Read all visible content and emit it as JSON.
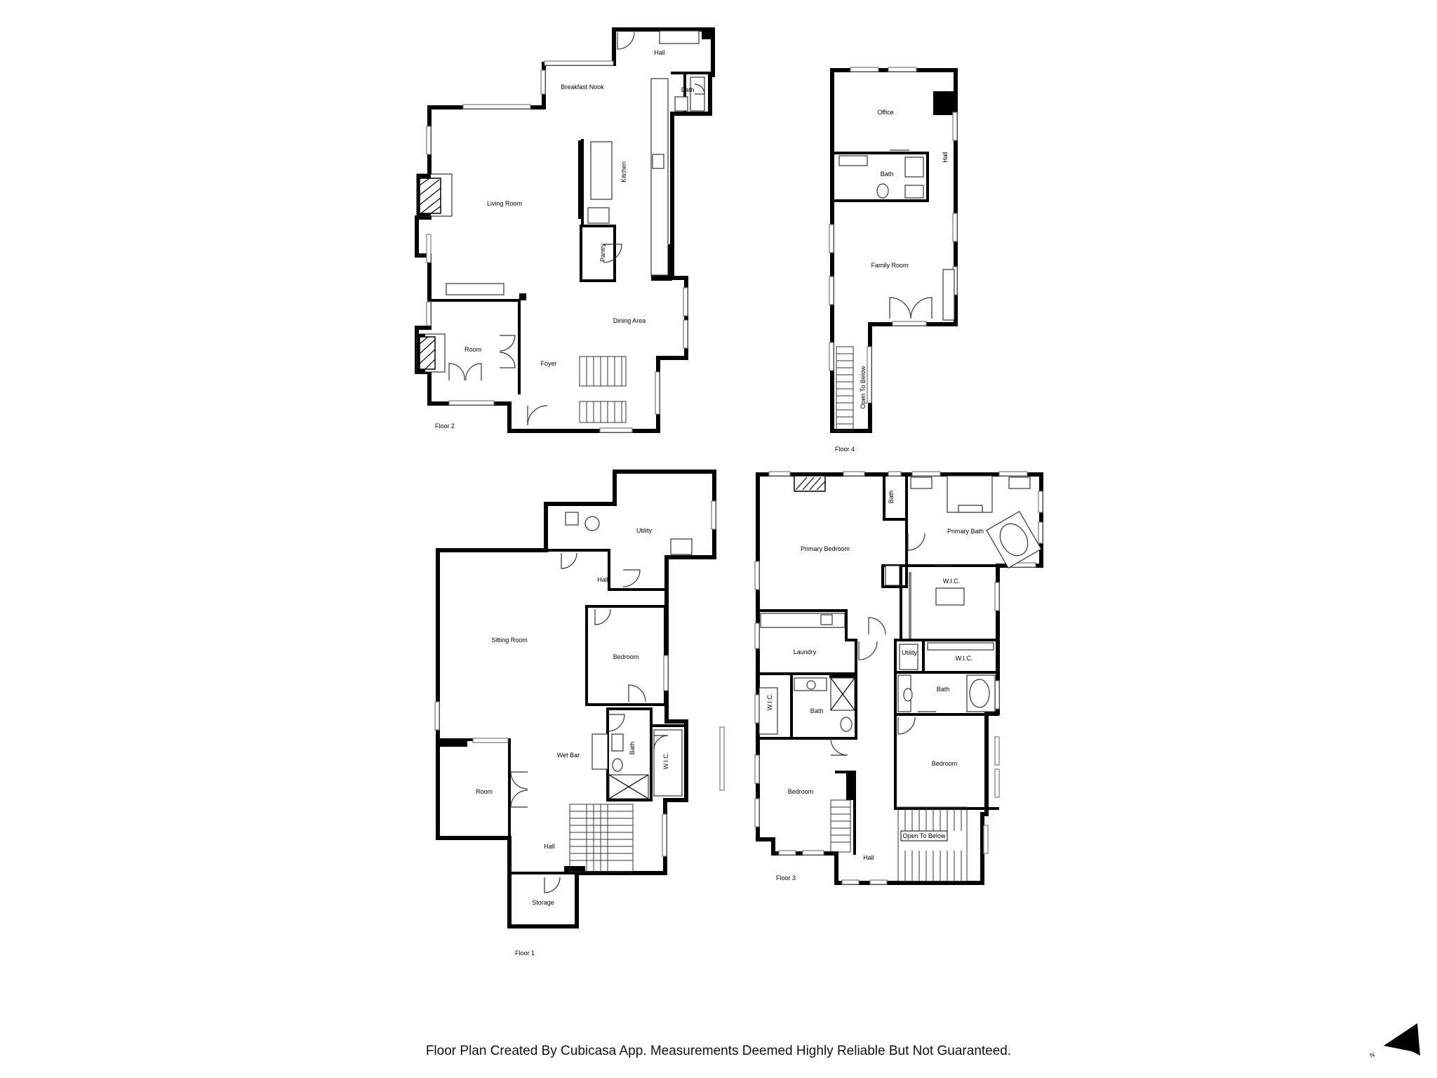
{
  "floors": [
    {
      "label": "Floor 2",
      "rooms": [
        "Hall",
        "Breakfast Nook",
        "Bath",
        "Kitchen",
        "Living Room",
        "Pantry",
        "Dining Area",
        "Room",
        "Foyer"
      ]
    },
    {
      "label": "Floor 4",
      "rooms": [
        "Office",
        "Hall",
        "Bath",
        "Family Room",
        "Open To Below"
      ]
    },
    {
      "label": "Floor 1",
      "rooms": [
        "Utility",
        "Hall",
        "Sitting Room",
        "Bedroom",
        "Bath",
        "W.I.C.",
        "Wet Bar",
        "Room",
        "Hall",
        "Storage"
      ]
    },
    {
      "label": "Floor 3",
      "rooms": [
        "Bath",
        "Primary Bath",
        "Primary Bedroom",
        "W.I.C.",
        "Laundry",
        "Utility",
        "W.I.C.",
        "W.I.C.",
        "Bath",
        "Bath",
        "Bedroom",
        "Bedroom",
        "Hall",
        "Open To Below"
      ]
    }
  ],
  "compass": {
    "letter": "N",
    "icon": "north-arrow-icon"
  },
  "footer": {
    "disclaimer": "Floor Plan Created By Cubicasa App. Measurements Deemed Highly Reliable But Not Guaranteed."
  }
}
